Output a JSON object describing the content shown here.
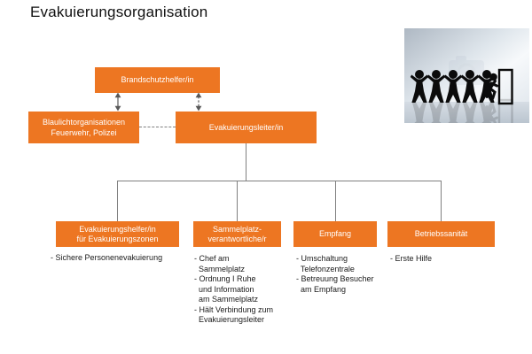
{
  "title": "Evakuierungsorganisation",
  "colors": {
    "accent_orange": "#ED7622",
    "connector_gray": "#808080",
    "arrow_gray": "#595959",
    "box_text": "#FFFFFF"
  },
  "org_chart": {
    "brandschutz_box": "Brandschutzhelfer/in",
    "blaulicht_box": "Blaulichtorganisationen\nFeuerwehr, Polizei",
    "leiter_box": "Evakuierungsleiter/in",
    "columns": [
      {
        "label": "Evakuierungshelfer/in\nfür Evakuierungszonen",
        "notes": [
          "- Sichere Personenevakuierung"
        ]
      },
      {
        "label": "Sammelplatz-\nverantwortliche/r",
        "notes": [
          "- Chef am",
          "  Sammelplatz",
          "- Ordnung I Ruhe",
          "  und Information",
          "  am Sammelplatz",
          "- Hält Verbindung zum",
          "  Evakuierungsleiter"
        ]
      },
      {
        "label": "Empfang",
        "notes": [
          "- Umschaltung",
          "  Telefonzentrale",
          "- Betreuung Besucher",
          "  am Empfang"
        ]
      },
      {
        "label": "Betriebssanität",
        "notes": [
          "- Erste Hilfe"
        ]
      }
    ]
  },
  "illustration": {
    "alt": "Paper chain of five figures holding hands and one person running through an exit door"
  }
}
